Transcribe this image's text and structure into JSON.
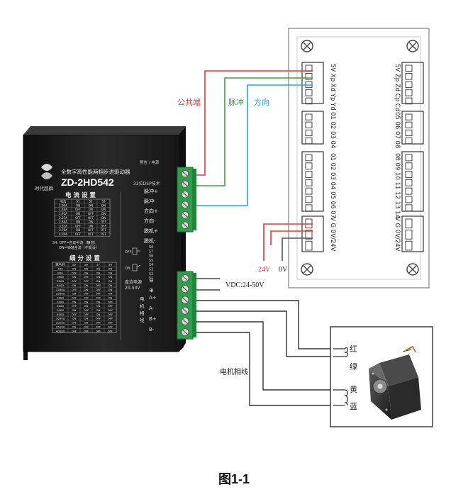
{
  "driver": {
    "brand": "时代超群",
    "title": "全数字高性能两相步进驱动器",
    "model": "ZD-2HD542",
    "tagline": "32位DSP技术",
    "alarm_label": "警告 / 电源",
    "signal_terminals": [
      "脉冲+",
      "脉冲-",
      "方向+",
      "方向-",
      "脱机+",
      "脱机-"
    ],
    "current_table": {
      "title": "电 流 设 置",
      "headers": [
        "电流",
        "S1",
        "S2",
        "S3"
      ],
      "rows": [
        [
          "1.00A",
          "ON",
          "ON",
          "ON"
        ],
        [
          "1.46A",
          "OFF",
          "ON",
          "ON"
        ],
        [
          "1.91A",
          "ON",
          "OFF",
          "ON"
        ],
        [
          "2.37A",
          "OFF",
          "OFF",
          "ON"
        ],
        [
          "2.84A",
          "ON",
          "ON",
          "OFF"
        ],
        [
          "3.31A",
          "OFF",
          "ON",
          "OFF"
        ],
        [
          "3.76A",
          "ON",
          "OFF",
          "OFF"
        ],
        [
          "4.20A",
          "OFF",
          "OFF",
          "OFF"
        ]
      ]
    },
    "s4_notes": [
      "S4: OFF=自动半流（静音）",
      "ON=锁轴全流（不能设）"
    ],
    "dip_labels": [
      "S8",
      "S7",
      "S6",
      "S5",
      "S4",
      "S3",
      "S2",
      "S1"
    ],
    "dip_state": [
      "OFF",
      "ON"
    ],
    "subdiv_table": {
      "title": "细 分 设 置",
      "headers": [
        "脉冲/转",
        "S5",
        "S6",
        "S7",
        "S8"
      ],
      "rows": [
        [
          "400",
          "ON",
          "ON",
          "ON",
          "ON"
        ],
        [
          "800",
          "OFF",
          "ON",
          "ON",
          "ON"
        ],
        [
          "1600",
          "ON",
          "OFF",
          "ON",
          "ON"
        ],
        [
          "3200",
          "OFF",
          "OFF",
          "ON",
          "ON"
        ],
        [
          "6400",
          "ON",
          "ON",
          "OFF",
          "ON"
        ],
        [
          "12800",
          "OFF",
          "ON",
          "OFF",
          "ON"
        ],
        [
          "25600",
          "ON",
          "OFF",
          "OFF",
          "ON"
        ],
        [
          "1000",
          "OFF",
          "OFF",
          "OFF",
          "ON"
        ],
        [
          "2000",
          "ON",
          "ON",
          "ON",
          "OFF"
        ],
        [
          "4000",
          "OFF",
          "ON",
          "ON",
          "OFF"
        ],
        [
          "5000",
          "ON",
          "OFF",
          "ON",
          "OFF"
        ],
        [
          "8000",
          "OFF",
          "OFF",
          "ON",
          "OFF"
        ],
        [
          "10000",
          "ON",
          "ON",
          "OFF",
          "OFF"
        ],
        [
          "20000",
          "OFF",
          "ON",
          "OFF",
          "OFF"
        ],
        [
          "25000",
          "ON",
          "OFF",
          "OFF",
          "OFF"
        ],
        [
          "40000",
          "OFF",
          "OFF",
          "OFF",
          "OFF"
        ]
      ]
    },
    "power_labels": [
      "直流电源",
      "20-50V"
    ],
    "power_symbols": [
      "⊖",
      "⊕"
    ],
    "motor_vertical": [
      "电",
      "机",
      "相",
      "线"
    ],
    "motor_terminals": [
      "A+",
      "A-",
      "B+",
      "B-"
    ]
  },
  "controller": {
    "blocks_left": [
      "5V Xp Xd Yp Yd",
      "01 02 03 04",
      "01 02 03 04 05 06 07",
      "V  G  0V/24V"
    ],
    "blocks_right": [
      "5V Zp Zd Cp Cd",
      "05 06 07 08",
      "08 09 10 11 12 13 14",
      "V  G  0V/24V"
    ]
  },
  "wiring": {
    "common": "公共端",
    "pulse": "脉冲",
    "direction": "方向",
    "v24": "24V",
    "v0": "0V",
    "vdc": "VDC:24-50V",
    "motor_cable": "电机相线"
  },
  "motor": {
    "wire_colors": [
      "红",
      "绿",
      "黄",
      "蓝"
    ]
  },
  "caption": "图1-1",
  "colors": {
    "red_wire": "#e53935",
    "green_wire": "#43a047",
    "blue_wire": "#29a3e0",
    "terminal_green": "#2e9e4a",
    "driver_body": "#1b1b1b"
  }
}
